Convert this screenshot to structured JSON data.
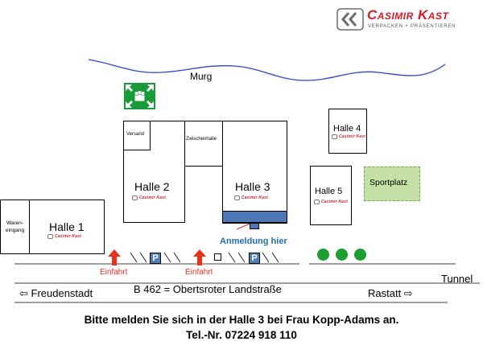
{
  "logo": {
    "name": "Casimir Kast",
    "tagline": "VERPACKEN + PRÄSENTIEREN"
  },
  "river": "Murg",
  "buildings": {
    "halle1": {
      "name": "Halle 1",
      "logo": "Casimir Kast"
    },
    "wareneingang": "Waren-\neingang",
    "versand": "Versand",
    "halle2": {
      "name": "Halle 2",
      "logo": "Casimir Kast"
    },
    "zwischenhalle": "Zwischenhalle",
    "halle3": {
      "name": "Halle 3",
      "logo": "Casimir Kast"
    },
    "halle4": {
      "name": "Halle 4",
      "logo": "Casimir Kast"
    },
    "halle5": {
      "name": "Halle 5",
      "logo": "Casimir Kast"
    },
    "sportplatz": "Sportplatz"
  },
  "anmeldung": "Anmeldung hier",
  "einfahrt": [
    "Einfahrt",
    "Einfahrt"
  ],
  "parking": [
    "P",
    "P"
  ],
  "road": {
    "name": "B 462 = Obertsroter Landstraße",
    "left": "⇦ Freudenstadt",
    "right": "Rastatt ⇨",
    "tunnel": "Tunnel"
  },
  "instruction": {
    "line1": "Bitte melden Sie sich in der Halle 3 bei Frau Kopp-Adams an.",
    "line2": "Tel.-Nr. 07224 918 110"
  },
  "colors": {
    "brand_red": "#d01c25",
    "river_blue": "#2b45c8",
    "entrance_blue": "#4d78b5",
    "anmeldung_blue": "#1e6fb8",
    "arrow_red": "#e8301c",
    "tree_green": "#1e9e2e",
    "assembly_green": "#1a9b3a",
    "sportplatz_fill": "#c5e0a6",
    "sportplatz_border": "#6aa84f",
    "parking_blue": "#4f7fb5"
  },
  "icons": [
    "casimir-kast-logo-icon",
    "assembly-point-icon",
    "entrance-arrow-icon",
    "parking-icon",
    "tree-icon"
  ]
}
